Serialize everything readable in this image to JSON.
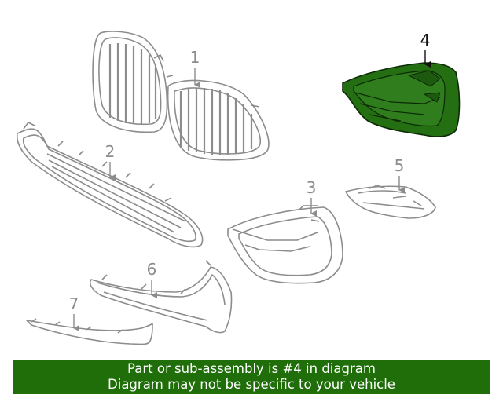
{
  "diagram": {
    "callouts": [
      {
        "label": "1",
        "highlighted": false
      },
      {
        "label": "2",
        "highlighted": false
      },
      {
        "label": "3",
        "highlighted": false
      },
      {
        "label": "4",
        "highlighted": true
      },
      {
        "label": "5",
        "highlighted": false
      },
      {
        "label": "6",
        "highlighted": false
      },
      {
        "label": "7",
        "highlighted": false
      }
    ]
  },
  "banner": {
    "line1": "Part or sub-assembly is #4 in diagram",
    "line2": "Diagram may not be specific to your vehicle"
  },
  "colors": {
    "line": "#8c8c8c",
    "highlight_fill": "#236f12",
    "highlight_stroke": "#0d2a06",
    "banner_bg": "#1f6e0a",
    "banner_text": "#ffffff"
  }
}
